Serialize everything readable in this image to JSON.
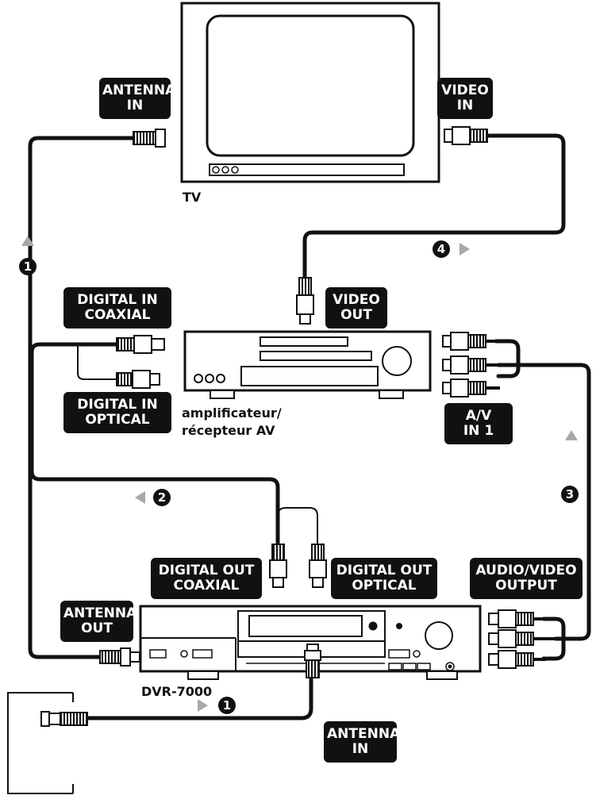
{
  "labels": {
    "tv_antenna_in": [
      "ANTENNA",
      "IN"
    ],
    "tv_video_in": [
      "VIDEO",
      "IN"
    ],
    "amp_video_out": [
      "VIDEO",
      "OUT"
    ],
    "amp_digital_in_coaxial": [
      "DIGITAL IN",
      "COAXIAL"
    ],
    "amp_digital_in_optical": [
      "DIGITAL IN",
      "OPTICAL"
    ],
    "amp_av_in1": [
      "A/V",
      "IN 1"
    ],
    "dvr_digital_out_coaxial": [
      "DIGITAL OUT",
      "COAXIAL"
    ],
    "dvr_digital_out_optical": [
      "DIGITAL OUT",
      "OPTICAL"
    ],
    "dvr_audio_video_output": [
      "AUDIO/VIDEO",
      "OUTPUT"
    ],
    "dvr_antenna_out": [
      "ANTENNA",
      "OUT"
    ],
    "dvr_antenna_in": [
      "ANTENNA",
      "IN"
    ]
  },
  "captions": {
    "tv": "TV",
    "amplifier": [
      "amplificateur/",
      "récepteur AV"
    ],
    "recorder": "DVR-7000"
  },
  "steps": {
    "step1_upper": "1",
    "step1_lower": "1",
    "step2": "2",
    "step3": "3",
    "step4": "4"
  },
  "colors": {
    "cable": "#111111",
    "label_bg": "#111111",
    "label_text": "#ffffff",
    "arrow": "#a9a9a9"
  }
}
